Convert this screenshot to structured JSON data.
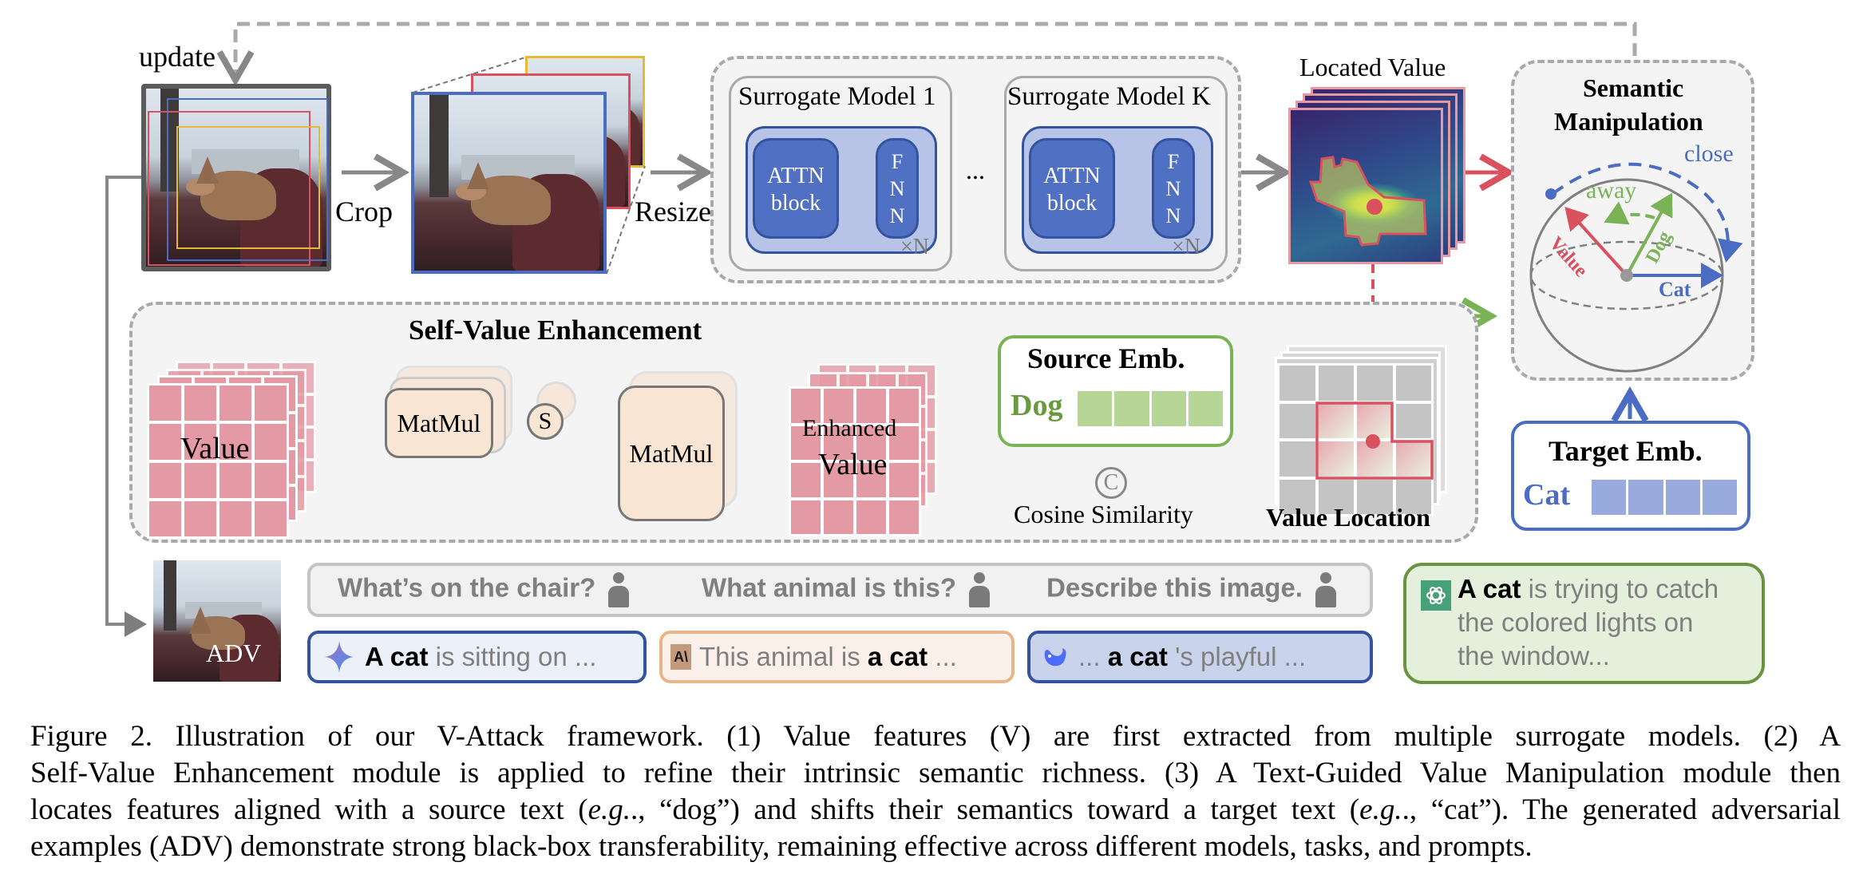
{
  "figure": {
    "update_label": "update",
    "crop_label": "Crop",
    "resize_label": "Resize",
    "surrogate_models": [
      {
        "title": "Surrogate Model 1",
        "attn_label": "ATTN\nblock",
        "attn_line1": "ATTN",
        "attn_line2": "block",
        "ffn_letters": [
          "F",
          "N",
          "N"
        ],
        "repeat_label": "×N"
      },
      {
        "title": "Surrogate Model K",
        "attn_label": "ATTN\nblock",
        "attn_line1": "ATTN",
        "attn_line2": "block",
        "ffn_letters": [
          "F",
          "N",
          "N"
        ],
        "repeat_label": "×N"
      }
    ],
    "ellipsis": "...",
    "located_value_label": "Located Value",
    "semantic_manipulation": {
      "title_line1": "Semantic",
      "title_line2": "Manipulation",
      "close_label": "close",
      "away_label": "away",
      "value_label": "Value",
      "dog_label": "Dog",
      "cat_label": "Cat"
    },
    "self_value_enhancement": {
      "title": "Self-Value Enhancement",
      "value_label": "Value",
      "matmul_label_1": "MatMul",
      "softmax_label": "S",
      "matmul_label_2": "MatMul",
      "enhanced_line1": "Enhanced",
      "enhanced_line2": "Value",
      "cosine_symbol": "C",
      "cosine_label": "Cosine Similarity",
      "value_location_label": "Value Location"
    },
    "source_emb": {
      "title": "Source Emb.",
      "word": "Dog"
    },
    "target_emb": {
      "title": "Target Emb.",
      "word": "Cat"
    },
    "adv_label": "ADV",
    "prompts": [
      {
        "text": "What’s on the chair?"
      },
      {
        "text": "What animal is this?"
      },
      {
        "text": "Describe this image."
      }
    ],
    "responses": [
      {
        "model_icon": "gemini-sparkle-icon",
        "bold_prefix": "A cat",
        "text": " is sitting on ..."
      },
      {
        "model_icon": "anthropic-icon",
        "icon_text": "A\\",
        "prefix": "This animal is ",
        "bold": "a cat",
        "suffix": " ..."
      },
      {
        "model_icon": "deepseek-whale-icon",
        "prefix": "... ",
        "bold": "a cat",
        "suffix": " 's playful ..."
      },
      {
        "model_icon": "openai-icon",
        "bold_prefix": "A cat",
        "line1": " is trying to catch",
        "line2": "the colored lights on",
        "line3": "the window..."
      }
    ],
    "colors": {
      "blue": "#4a6cc2",
      "red": "#d9505e",
      "green": "#7ab356",
      "gray": "#8a8a8a",
      "pink_cell": "#e49aa4",
      "peach": "#f8e5d4"
    }
  },
  "caption": {
    "lines": [
      "Figure 2.  Illustration of our V-Attack framework.  (1) Value features (V) are first extracted from multiple surrogate models.  (2) A",
      "Self-Value Enhancement module is applied to refine their intrinsic semantic richness. (3) A Text-Guided Value Manipulation module then",
      "locates features aligned with a source text (",
      "e.g.",
      "., “dog”) and shifts their semantics toward a target text (",
      "e.g.",
      "., “cat”).  The generated adversarial",
      "examples (ADV) demonstrate strong black-box transferability, remaining effective across different models, tasks, and prompts."
    ]
  }
}
